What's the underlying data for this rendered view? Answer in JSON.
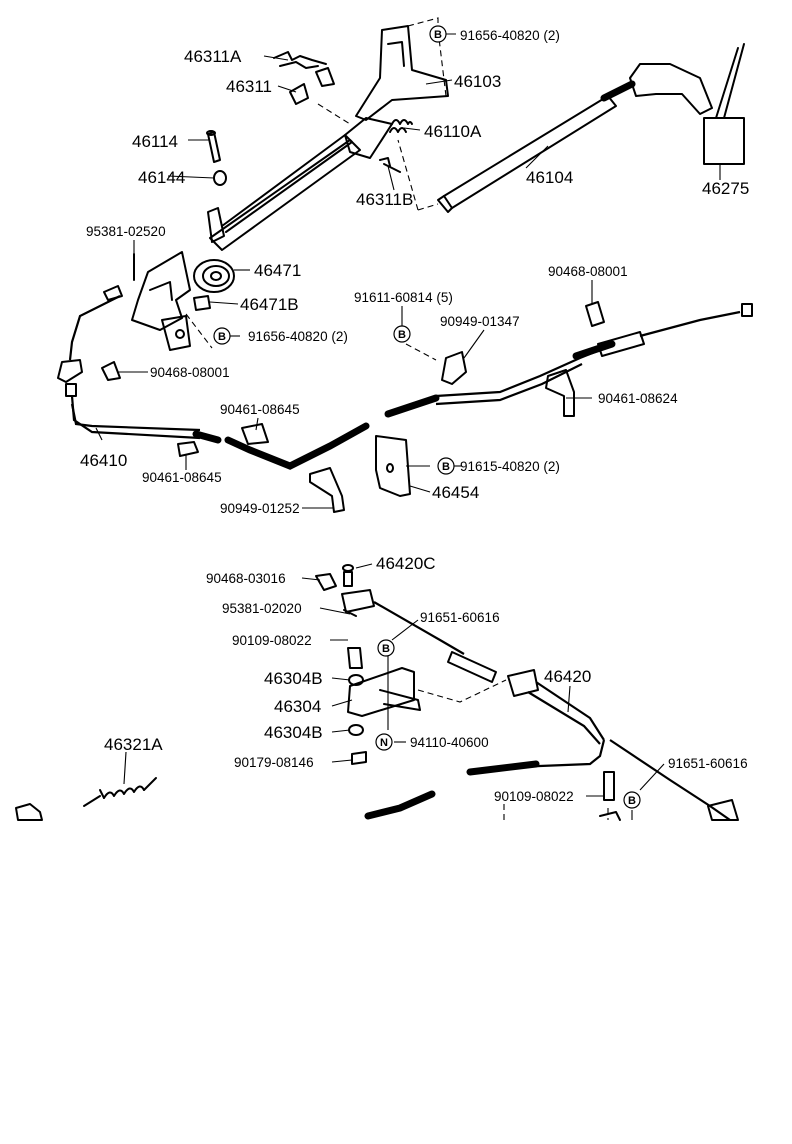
{
  "labels": {
    "p46311A": "46311A",
    "p46311": "46311",
    "p46103": "46103",
    "p91656_40820_top": "91656-40820 (2)",
    "p46114": "46114",
    "p46110A": "46110A",
    "p46144": "46144",
    "p46311B": "46311B",
    "p46104": "46104",
    "p46275": "46275",
    "p95381_02520": "95381-02520",
    "p46471": "46471",
    "p46471B": "46471B",
    "p91656_40820_mid": "91656-40820 (2)",
    "p91611_60814": "91611-60814 (5)",
    "p90949_01347": "90949-01347",
    "p90468_08001_right": "90468-08001",
    "p90468_08001_left": "90468-08001",
    "p90461_08624": "90461-08624",
    "p90461_08645_a": "90461-08645",
    "p46410": "46410",
    "p90461_08645_b": "90461-08645",
    "p91615_40820": "91615-40820 (2)",
    "p46454": "46454",
    "p90949_01252": "90949-01252",
    "p46420C": "46420C",
    "p90468_03016": "90468-03016",
    "p95381_02020": "95381-02020",
    "p91651_60616_a": "91651-60616",
    "p90109_08022_a": "90109-08022",
    "p46420": "46420",
    "p46304B_a": "46304B",
    "p46304": "46304",
    "p46304B_b": "46304B",
    "p94110_40600": "94110-40600",
    "p46321A": "46321A",
    "p90179_08146": "90179-08146",
    "p91651_60616_b": "91651-60616",
    "p90109_08022_b": "90109-08022"
  },
  "badges": {
    "b": "B",
    "n": "N"
  }
}
